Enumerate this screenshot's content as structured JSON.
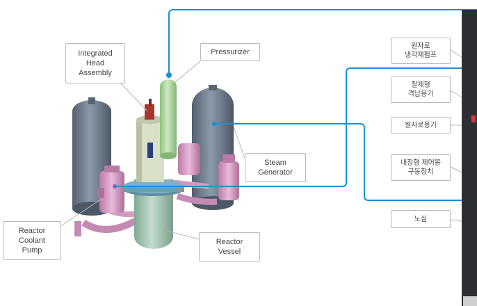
{
  "labels": {
    "integrated_head_assembly": "Integrated\nHead\nAssembly",
    "pressurizer": "Pressurizer",
    "steam_generator": "Steam\nGenerator",
    "reactor_coolant_pump": "Reactor\nCoolant\nPump",
    "reactor_vessel": "Reactor\nVessel"
  },
  "korean_labels": {
    "coolant_pump": "원자로\n냉각재펌프",
    "containment": "철제형\n격납용기",
    "reactor_vessel": "원자로용기",
    "control_rod_drive": "내장형 제어봉\n구동장치",
    "core": "노심"
  },
  "colors": {
    "connector": "#1a8fd8",
    "leader": "#b5b5b5",
    "vessel": "#a9c9b3",
    "steam_generator": "#6f7f8f",
    "pressurizer": "#b7d9a8",
    "pump": "#d9a3c8",
    "dark_panel": "#2e2f33"
  }
}
